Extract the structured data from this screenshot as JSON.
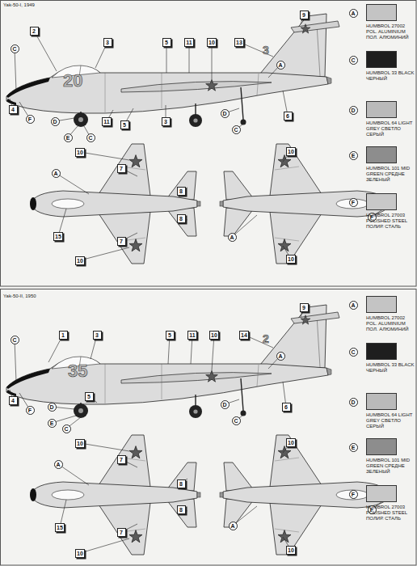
{
  "diagram": {
    "nodes": [
      {
        "text": [
          "9"
        ]
      },
      {
        "text": [
          "2"
        ]
      },
      {
        "text": [
          "3"
        ]
      },
      {
        "text": [
          "5"
        ]
      },
      {
        "text": [
          "11"
        ]
      },
      {
        "text": [
          "10"
        ]
      },
      {
        "text": [
          "13"
        ]
      },
      {
        "text": [
          "A"
        ]
      },
      {
        "text": [
          "C"
        ]
      },
      {
        "text": [
          "4"
        ]
      },
      {
        "text": [
          "F"
        ]
      },
      {
        "text": [
          "D"
        ]
      },
      {
        "text": [
          "E"
        ]
      },
      {
        "text": [
          "C"
        ]
      },
      {
        "text": [
          "11"
        ]
      },
      {
        "text": [
          "5"
        ]
      },
      {
        "text": [
          "3"
        ]
      },
      {
        "text": [
          "D"
        ]
      },
      {
        "text": [
          "C"
        ]
      },
      {
        "text": [
          "6"
        ]
      },
      {
        "text": [
          "10"
        ]
      },
      {
        "text": [
          "7"
        ]
      },
      {
        "text": [
          "A"
        ]
      },
      {
        "text": [
          "8"
        ]
      },
      {
        "text": [
          "8"
        ]
      },
      {
        "text": [
          "15"
        ]
      },
      {
        "text": [
          "7"
        ]
      },
      {
        "text": [
          "10"
        ]
      },
      {
        "text": [
          "10"
        ]
      },
      {
        "text": [
          "F"
        ]
      },
      {
        "text": [
          "A"
        ]
      },
      {
        "text": [
          "10"
        ]
      },
      {
        "text": [
          "A"
        ]
      },
      {
        "text": [
          "C"
        ]
      },
      {
        "text": [
          "D"
        ]
      },
      {
        "text": [
          "E"
        ]
      },
      {
        "text": [
          "F"
        ]
      },
      {
        "text": [
          "9"
        ]
      },
      {
        "text": [
          "1"
        ]
      },
      {
        "text": [
          "3"
        ]
      },
      {
        "text": [
          "5"
        ]
      },
      {
        "text": [
          "11"
        ]
      },
      {
        "text": [
          "10"
        ]
      },
      {
        "text": [
          "14"
        ]
      },
      {
        "text": [
          "A"
        ]
      },
      {
        "text": [
          "C"
        ]
      },
      {
        "text": [
          "4"
        ]
      },
      {
        "text": [
          "F"
        ]
      },
      {
        "text": [
          "5"
        ]
      },
      {
        "text": [
          "D"
        ]
      },
      {
        "text": [
          "E"
        ]
      },
      {
        "text": [
          "C"
        ]
      },
      {
        "text": [
          "D"
        ]
      },
      {
        "text": [
          "C"
        ]
      },
      {
        "text": [
          "6"
        ]
      },
      {
        "text": [
          "10"
        ]
      },
      {
        "text": [
          "7"
        ]
      },
      {
        "text": [
          "A"
        ]
      },
      {
        "text": [
          "8"
        ]
      },
      {
        "text": [
          "8"
        ]
      },
      {
        "text": [
          "15"
        ]
      },
      {
        "text": [
          "7"
        ]
      },
      {
        "text": [
          "10"
        ]
      },
      {
        "text": [
          "10"
        ]
      },
      {
        "text": [
          "F"
        ]
      },
      {
        "text": [
          "A"
        ]
      },
      {
        "text": [
          "10"
        ]
      },
      {
        "text": [
          "A"
        ]
      },
      {
        "text": [
          "C"
        ]
      },
      {
        "text": [
          "D"
        ]
      },
      {
        "text": [
          "E"
        ]
      },
      {
        "text": [
          "F"
        ]
      }
    ],
    "labels": [
      "Yak-50-I, 1949",
      "20",
      "3",
      "Yak-50-II, 1950",
      "35",
      "2"
    ],
    "legend": [
      {
        "text": "HUMBROL 27002 POL. ALUMINIUM ПОЛ. АЛЮМИНИЙ",
        "color": "#c4c4c4"
      },
      {
        "text": "HUMBROL 33 BLACK ЧЕРНЫЙ",
        "color": "#1e1e1e"
      },
      {
        "text": "HUMBROL 64 LIGHT GREY СВЕТЛО СЕРЫЙ",
        "color": "#bababa"
      },
      {
        "text": "HUMBROL 101 MID GREEN СРЕДНЕ ЗЕЛЕНЫЙ",
        "color": "#8d8d8d"
      },
      {
        "text": "HUMBROL 27003 POLISHED STEEL ПОЛИР. СТАЛЬ",
        "color": "#c8c8c8"
      },
      {
        "text": "HUMBROL 27002 POL. ALUMINIUM ПОЛ. АЛЮМИНИЙ",
        "color": "#c4c4c4"
      },
      {
        "text": "HUMBROL 33 BLACK ЧЕРНЫЙ",
        "color": "#1e1e1e"
      },
      {
        "text": "HUMBROL 64 LIGHT GREY СВЕТЛО СЕРЫЙ",
        "color": "#bababa"
      },
      {
        "text": "HUMBROL 101 MID GREEN СРЕДНЕ ЗЕЛЕНЫЙ",
        "color": "#8d8d8d"
      },
      {
        "text": "HUMBROL 27003 POLISHED STEEL ПОЛИР. СТАЛЬ",
        "color": "#c8c8c8"
      }
    ]
  }
}
